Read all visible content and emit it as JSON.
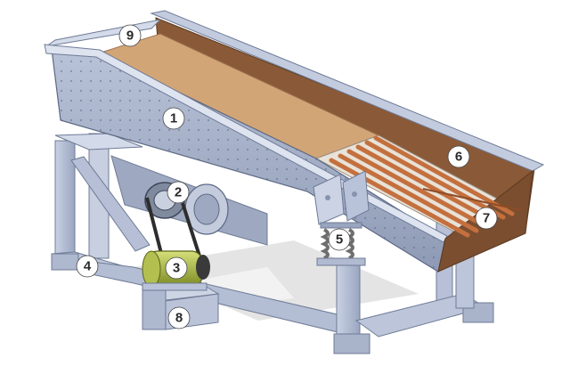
{
  "figure": {
    "callouts": [
      {
        "id": "c1",
        "label": "1"
      },
      {
        "id": "c2",
        "label": "2"
      },
      {
        "id": "c3",
        "label": "3"
      },
      {
        "id": "c4",
        "label": "4"
      },
      {
        "id": "c5",
        "label": "5"
      },
      {
        "id": "c6",
        "label": "6"
      },
      {
        "id": "c7",
        "label": "7"
      },
      {
        "id": "c8",
        "label": "8"
      },
      {
        "id": "c9",
        "label": "9"
      }
    ],
    "colors": {
      "steel_light": "#c8d0e2",
      "steel_mid": "#a9b4cc",
      "steel_dark": "#7d8aa6",
      "liner": "#d2a577",
      "grizzly_bars": "#c4703e",
      "motor": "#9aa83a",
      "spring": "#7c7c7c",
      "badge_fill": "#ffffff"
    }
  }
}
